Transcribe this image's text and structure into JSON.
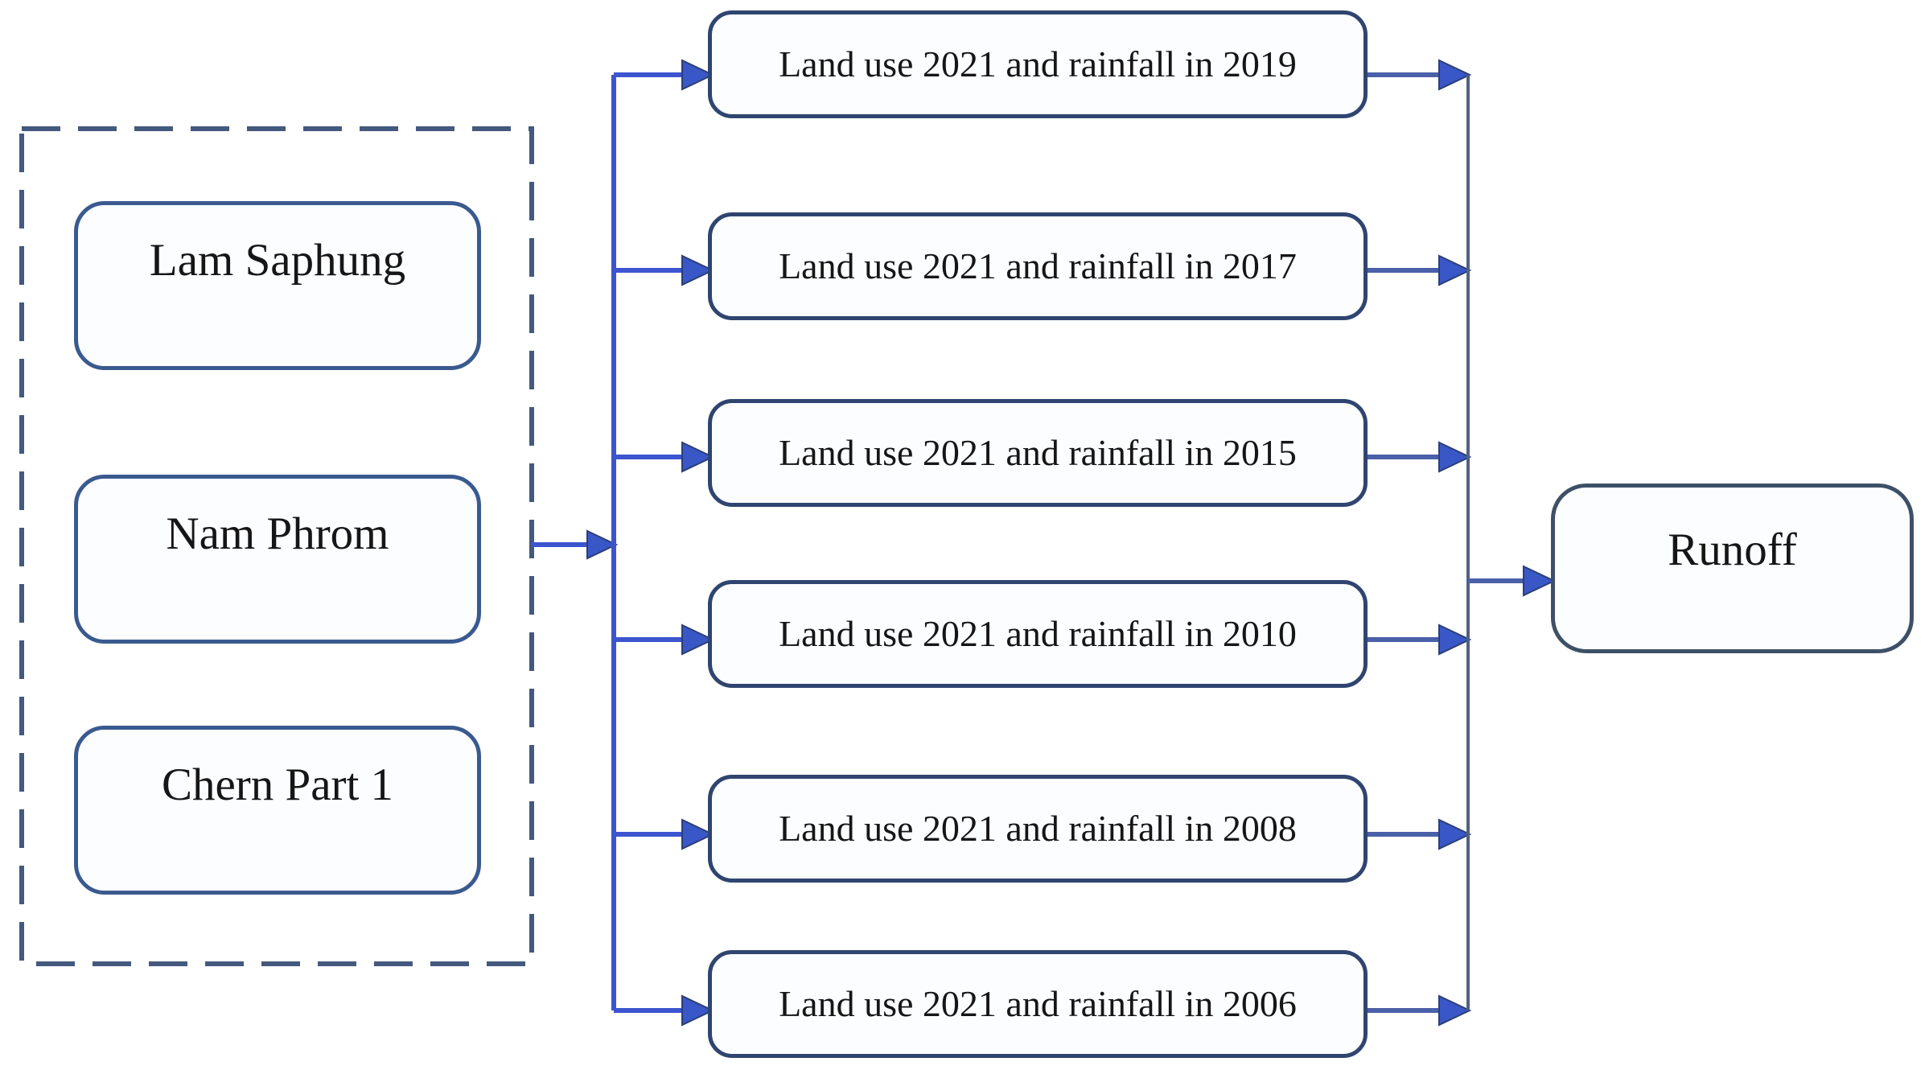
{
  "figure": {
    "type": "flow-diagram",
    "description": "Watershed land-use and rainfall scenarios feeding runoff"
  },
  "colors": {
    "background": "#ffffff",
    "accent_blue": "#3c55cf",
    "slate_line": "#50617f",
    "mid_line": "#4a60a8",
    "arrowhead_fill": "#3a57c8",
    "arrowhead_stroke": "#2c3f74",
    "watershed_border": "#3a5a8f",
    "scenario_border": "#2f4570",
    "runoff_border": "#3d5066",
    "dashed_border": "#44597e",
    "box_fill": "#fcfdff",
    "text": "#161616"
  },
  "watersheds": [
    {
      "label": "Lam Saphung"
    },
    {
      "label": "Nam Phrom"
    },
    {
      "label": "Chern Part 1"
    }
  ],
  "scenarios": [
    {
      "label": "Land use 2021 and rainfall in 2019"
    },
    {
      "label": "Land use 2021 and rainfall in 2017"
    },
    {
      "label": "Land use 2021 and rainfall in 2015"
    },
    {
      "label": "Land use 2021 and rainfall in 2010"
    },
    {
      "label": "Land use 2021 and rainfall in 2008"
    },
    {
      "label": "Land use 2021 and rainfall in 2006"
    }
  ],
  "output": {
    "label": "Runoff"
  }
}
